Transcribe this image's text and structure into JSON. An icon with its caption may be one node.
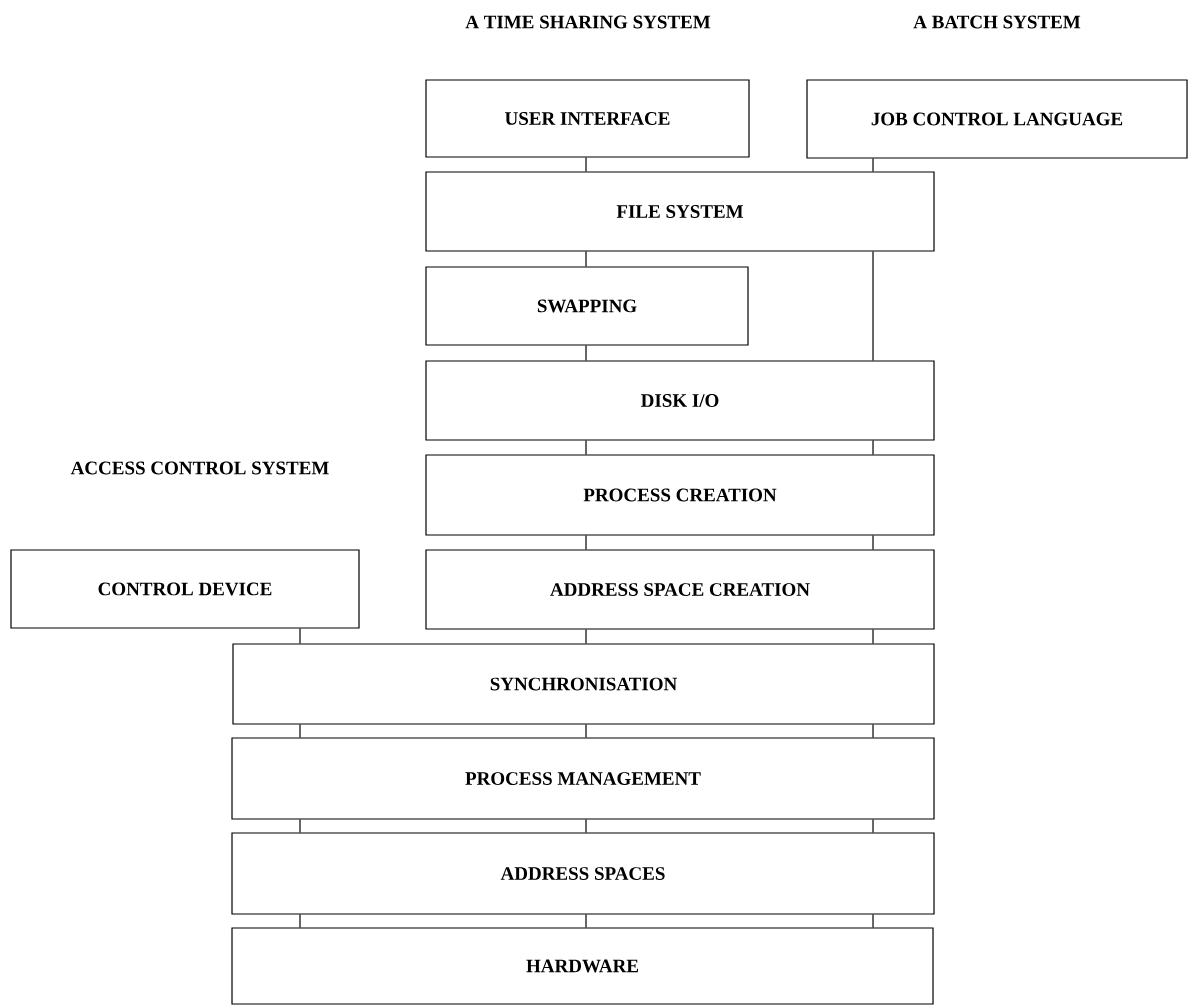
{
  "diagram": {
    "nodes": [
      {
        "text": [
          "USER INTERFACE"
        ]
      },
      {
        "text": [
          "JOB CONTROL LANGUAGE"
        ]
      },
      {
        "text": [
          "FILE SYSTEM"
        ]
      },
      {
        "text": [
          "SWAPPING"
        ]
      },
      {
        "text": [
          "DISK I/O"
        ]
      },
      {
        "text": [
          "PROCESS CREATION"
        ]
      },
      {
        "text": [
          "CONTROL DEVICE"
        ]
      },
      {
        "text": [
          "ADDRESS SPACE CREATION"
        ]
      },
      {
        "text": [
          "SYNCHRONISATION"
        ]
      },
      {
        "text": [
          "PROCESS MANAGEMENT"
        ]
      },
      {
        "text": [
          "ADDRESS SPACES"
        ]
      },
      {
        "text": [
          "HARDWARE"
        ]
      }
    ],
    "edges": [
      {
        "from": 0,
        "to": 2,
        "arrow": "none"
      },
      {
        "from": 1,
        "to": 2,
        "arrow": "none"
      },
      {
        "from": 2,
        "to": 3,
        "arrow": "none"
      },
      {
        "from": 2,
        "to": 4,
        "arrow": "none"
      },
      {
        "from": 3,
        "to": 4,
        "arrow": "none"
      },
      {
        "from": 4,
        "to": 5,
        "arrow": "none"
      },
      {
        "from": 4,
        "to": 5,
        "arrow": "none"
      },
      {
        "from": 5,
        "to": 7,
        "arrow": "none"
      },
      {
        "from": 5,
        "to": 7,
        "arrow": "none"
      },
      {
        "from": 6,
        "to": 8,
        "arrow": "none"
      },
      {
        "from": 7,
        "to": 8,
        "arrow": "none"
      },
      {
        "from": 7,
        "to": 8,
        "arrow": "none"
      },
      {
        "from": 8,
        "to": 9,
        "arrow": "none"
      },
      {
        "from": 8,
        "to": 9,
        "arrow": "none"
      },
      {
        "from": 8,
        "to": 9,
        "arrow": "none"
      },
      {
        "from": 9,
        "to": 10,
        "arrow": "none"
      },
      {
        "from": 9,
        "to": 10,
        "arrow": "none"
      },
      {
        "from": 9,
        "to": 10,
        "arrow": "none"
      },
      {
        "from": 10,
        "to": 11,
        "arrow": "none"
      },
      {
        "from": 10,
        "to": 11,
        "arrow": "none"
      },
      {
        "from": 10,
        "to": 11,
        "arrow": "none"
      }
    ],
    "labels": [
      "A TIME SHARING SYSTEM",
      "A BATCH SYSTEM",
      "ACCESS CONTROL SYSTEM"
    ]
  }
}
